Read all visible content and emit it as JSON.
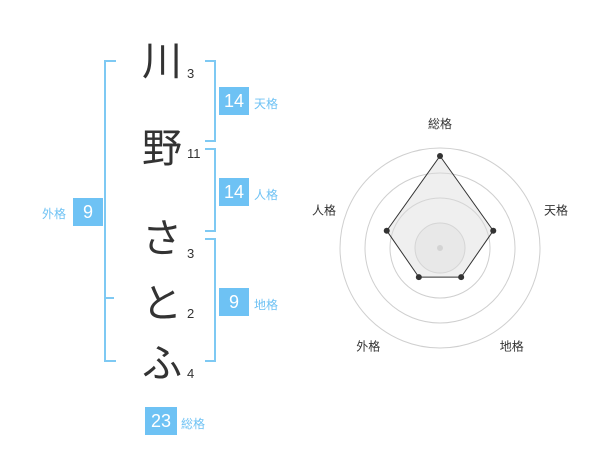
{
  "name": {
    "chars": [
      {
        "char": "川",
        "strokes": "3"
      },
      {
        "char": "野",
        "strokes": "11"
      },
      {
        "char": "さ",
        "strokes": "3"
      },
      {
        "char": "と",
        "strokes": "2"
      },
      {
        "char": "ふ",
        "strokes": "4"
      }
    ]
  },
  "fortunes": {
    "tenkaku": {
      "value": "14",
      "label": "天格"
    },
    "jinkaku": {
      "value": "14",
      "label": "人格"
    },
    "chikaku": {
      "value": "9",
      "label": "地格"
    },
    "gaikaku": {
      "value": "9",
      "label": "外格"
    },
    "soukaku": {
      "value": "23",
      "label": "総格"
    }
  },
  "colors": {
    "accent": "#6ec2f4",
    "bracket": "#7ec9f3"
  },
  "chart_data": {
    "type": "radar",
    "axes": [
      "総格",
      "天格",
      "地格",
      "外格",
      "人格"
    ],
    "values": [
      23,
      14,
      9,
      9,
      14
    ],
    "rings": 4,
    "grid": true
  }
}
